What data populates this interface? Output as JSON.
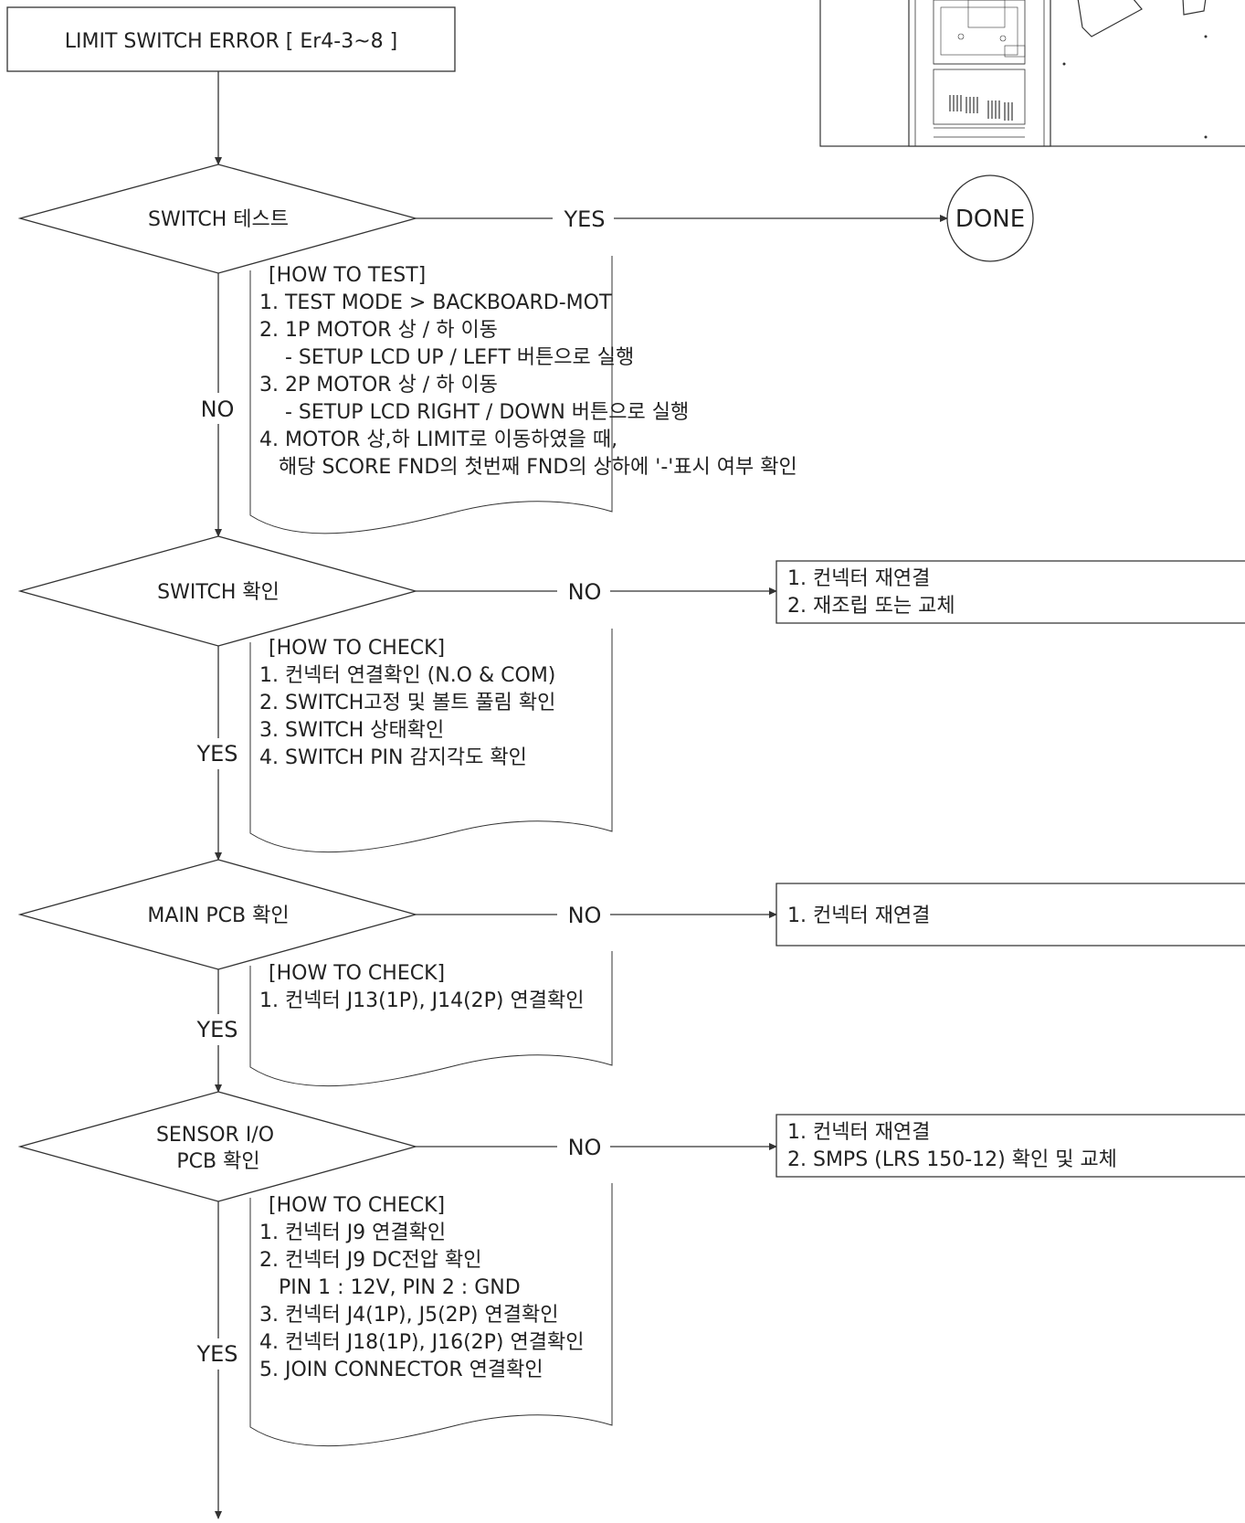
{
  "title": "LIMIT SWITCH ERROR [ Er4-3~8 ]",
  "done_label": "DONE",
  "decisions": [
    {
      "label_lines": [
        "SWITCH 테스트"
      ],
      "branch_right": "YES",
      "branch_down": "NO",
      "note": [
        "[HOW TO TEST]",
        "1. TEST MODE > BACKBOARD-MOT",
        "2. 1P MOTOR 상 / 하 이동",
        "    - SETUP LCD UP / LEFT 버튼으로 실행",
        "3. 2P MOTOR 상 / 하 이동",
        "    - SETUP LCD RIGHT / DOWN 버튼으로 실행",
        "4. MOTOR 상,하 LIMIT로 이동하였을 때,",
        "   해당 SCORE FND의 첫번째 FND의 상하에 '-'표시 여부 확인"
      ]
    },
    {
      "label_lines": [
        "SWITCH 확인"
      ],
      "branch_right": "NO",
      "branch_down": "YES",
      "action": [
        "1. 컨넥터 재연결",
        "2. 재조립 또는 교체"
      ],
      "note": [
        "[HOW TO CHECK]",
        "1. 컨넥터 연결확인 (N.O & COM)",
        "2. SWITCH고정 및 볼트 풀림 확인",
        "3. SWITCH 상태확인",
        "4. SWITCH PIN 감지각도 확인"
      ]
    },
    {
      "label_lines": [
        "MAIN PCB 확인"
      ],
      "branch_right": "NO",
      "branch_down": "YES",
      "action": [
        "1. 컨넥터 재연결"
      ],
      "note": [
        "[HOW TO CHECK]",
        "1. 컨넥터 J13(1P), J14(2P) 연결확인"
      ]
    },
    {
      "label_lines": [
        "SENSOR I/O",
        "PCB 확인"
      ],
      "branch_right": "NO",
      "branch_down": "YES",
      "action": [
        "1. 컨넥터 재연결",
        "2. SMPS (LRS 150-12) 확인 및 교체"
      ],
      "note": [
        "[HOW TO CHECK]",
        "1. 컨넥터 J9 연결확인",
        "2. 컨넥터 J9 DC전압 확인",
        "   PIN 1 : 12V, PIN 2 : GND",
        "3. 컨넥터 J4(1P), J5(2P) 연결확인",
        "4. 컨넥터 J18(1P), J16(2P) 연결확인",
        "5. JOIN CONNECTOR 연결확인"
      ]
    }
  ]
}
